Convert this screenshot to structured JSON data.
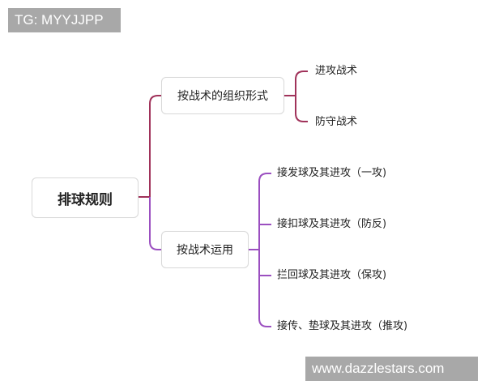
{
  "watermarks": {
    "top": "TG: MYYJJPP",
    "bottom": "www.dazzlestars.com"
  },
  "mindmap": {
    "root": "排球规则",
    "branches": [
      {
        "label": "按战术的组织形式",
        "color": "#a0325a",
        "children": [
          "进攻战术",
          "防守战术"
        ]
      },
      {
        "label": "按战术运用",
        "color": "#9b4fc0",
        "children": [
          "接发球及其进攻（一攻)",
          "接扣球及其进攻（防反)",
          "拦回球及其进攻（保攻)",
          "接传、垫球及其进攻（推攻)"
        ]
      }
    ]
  }
}
